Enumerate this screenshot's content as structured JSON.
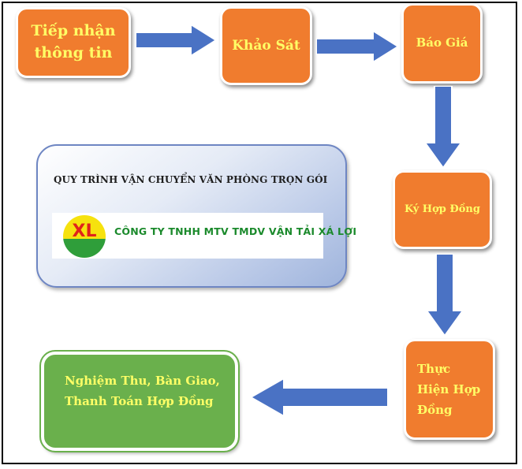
{
  "steps": {
    "receive_line1": "Tiếp nhận",
    "receive_line2": "thông tin",
    "survey": "Khảo Sát",
    "quote": "Báo Giá",
    "contract": "Ký Hợp Đồng",
    "execute_line1": "Thực",
    "execute_line2": "Hiện Hợp",
    "execute_line3": "Đồng",
    "final_line1": "Nghiệm Thu, Bàn Giao,",
    "final_line2": "Thanh Toán Hợp Đồng"
  },
  "panel": {
    "title": "QUY TRÌNH VẬN CHUYỂN VĂN PHÒNG TRỌN GÓI",
    "logo_text": "XL",
    "company": "CÔNG TY TNHH MTV TMDV VẬN TẢI XÁ LỢI"
  },
  "colors": {
    "step_fill": "#f07c2e",
    "step_text": "#ffff66",
    "arrow": "#4a72c4",
    "final_fill": "#6ab04c",
    "company_text": "#1b8a2c"
  }
}
